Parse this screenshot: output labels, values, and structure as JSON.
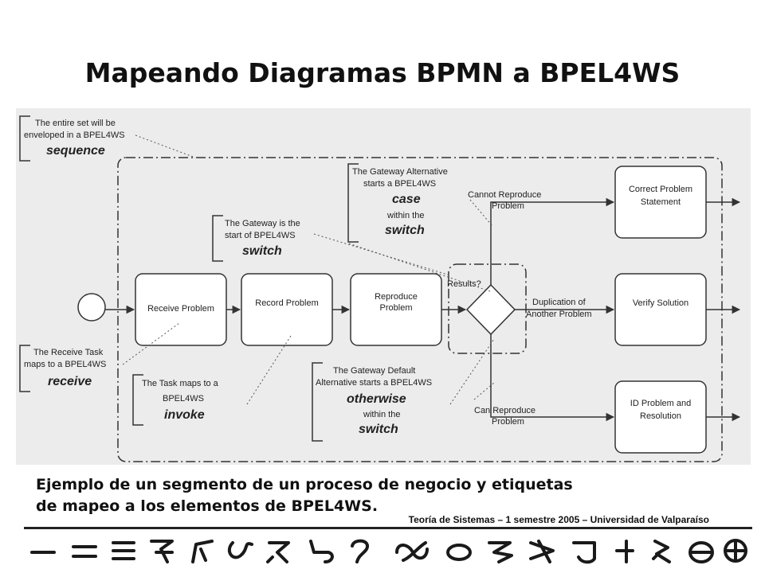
{
  "title": "Mapeando Diagramas BPMN a BPEL4WS",
  "caption_line1": "Ejemplo de un segmento de un proceso de negocio y etiquetas",
  "caption_line2": "de mapeo a los elementos de BPEL4WS.",
  "footer": "Teoría de Sistemas – 1 semestre 2005 – Universidad de Valparaíso",
  "tasks": {
    "receive": "Receive Problem",
    "record": "Record Problem",
    "reproduce_1": "Reproduce",
    "reproduce_2": "Problem",
    "correct_1": "Correct Problem",
    "correct_2": "Statement",
    "verify": "Verify Solution",
    "id_1": "ID Problem and",
    "id_2": "Resolution"
  },
  "gateway": {
    "label": "Results?",
    "flow_top_1": "Cannot Reproduce",
    "flow_top_2": "Problem",
    "flow_mid_1": "Duplication of",
    "flow_mid_2": "Another Problem",
    "flow_bot_1": "Can Reproduce",
    "flow_bot_2": "Problem"
  },
  "annotations": {
    "sequence": {
      "line1": "The entire set will be",
      "line2": "enveloped in a BPEL4WS",
      "keyword": "sequence"
    },
    "case": {
      "line1": "The Gateway Alternative",
      "line2": "starts a BPEL4WS",
      "keyword": "case",
      "line3": "within the",
      "keyword2": "switch"
    },
    "switch": {
      "line1": "The Gateway is the",
      "line2": "start of BPEL4WS",
      "keyword": "switch"
    },
    "receive": {
      "line1": "The Receive Task",
      "line2": "maps to a BPEL4WS",
      "keyword": "receive"
    },
    "invoke": {
      "line1": "The Task maps to a",
      "line2": "BPEL4WS",
      "keyword": "invoke"
    },
    "otherwise": {
      "line1": "The Gateway Default",
      "line2": "Alternative starts a BPEL4WS",
      "keyword": "otherwise",
      "line3": "within the",
      "keyword2": "switch"
    }
  },
  "colors": {
    "line": "#333333",
    "panel": "#ececec"
  }
}
